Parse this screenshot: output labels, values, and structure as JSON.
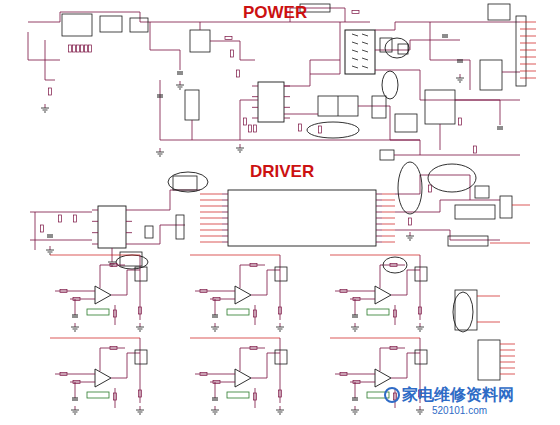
{
  "diagram": {
    "labels": [
      "POWER",
      "DRIVER",
      "家电维修资料网",
      "520101.com"
    ]
  }
}
